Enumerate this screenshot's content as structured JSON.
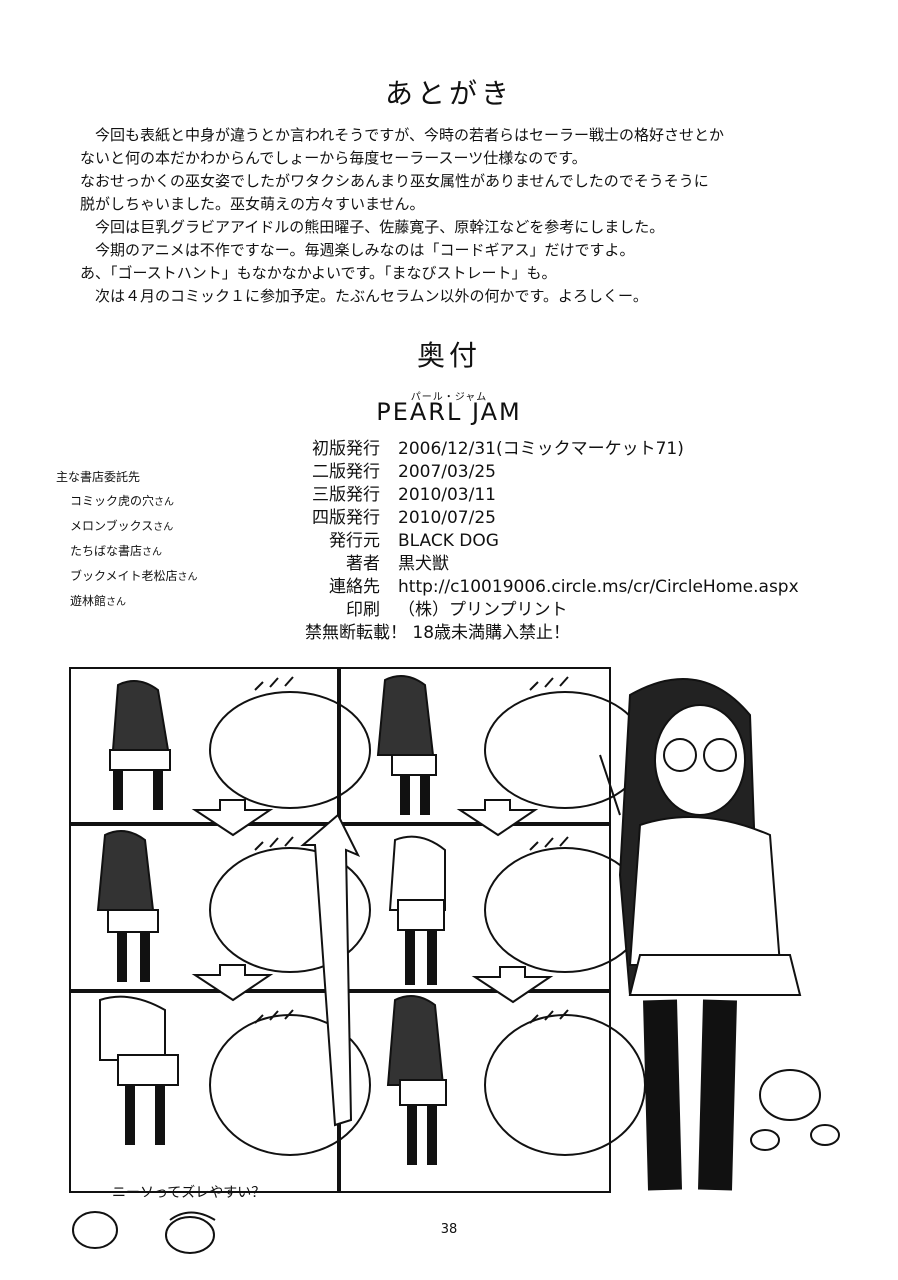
{
  "afterword": {
    "title": "あとがき",
    "lines": [
      "　今回も表紙と中身が違うとか言われそうですが、今時の若者らはセーラー戦士の格好させとか",
      "ないと何の本だかわからんでしょーから毎度セーラースーツ仕様なのです。",
      "なおせっかくの巫女姿でしたがワタクシあんまり巫女属性がありませんでしたのでそうそうに",
      "脱がしちゃいました。巫女萌えの方々すいません。",
      "　今回は巨乳グラビアアイドルの熊田曜子、佐藤寛子、原幹江などを参考にしました。",
      "　今期のアニメは不作ですなー。毎週楽しみなのは「コードギアス」だけですよ。",
      "あ、「ゴーストハント」もなかなかよいです。「まなびストレート」も。",
      "　次は４月のコミック１に参加予定。たぶんセラムン以外の何かです。よろしくー。"
    ]
  },
  "colophon": {
    "title": "奥付",
    "ruby": "パール・ジャム",
    "book_title": "PEARL JAM",
    "rows": [
      {
        "label": "初版発行",
        "value": "2006/12/31(コミックマーケット71)"
      },
      {
        "label": "二版発行",
        "value": "2007/03/25"
      },
      {
        "label": "三版発行",
        "value": "2010/03/11"
      },
      {
        "label": "四版発行",
        "value": "2010/07/25"
      },
      {
        "label": "発行元",
        "value": "BLACK DOG"
      },
      {
        "label": "著者",
        "value": "黒犬獣"
      },
      {
        "label": "連絡先",
        "value": "http://c10019006.circle.ms/cr/CircleHome.aspx"
      },
      {
        "label": "印刷",
        "value": "（株）プリンプリント"
      }
    ],
    "warning": "禁無断転載！ 18歳未満購入禁止！"
  },
  "stores": {
    "heading": "主な書店委託先",
    "suffix": "さん",
    "items": [
      "コミック虎の穴",
      "メロンブックス",
      "たちばな書店",
      "ブックメイト老松店",
      "遊林館"
    ]
  },
  "comic": {
    "speech": "ニーソってズレやすい？",
    "page_number": "38"
  },
  "colors": {
    "ink": "#111111",
    "paper": "#ffffff"
  }
}
